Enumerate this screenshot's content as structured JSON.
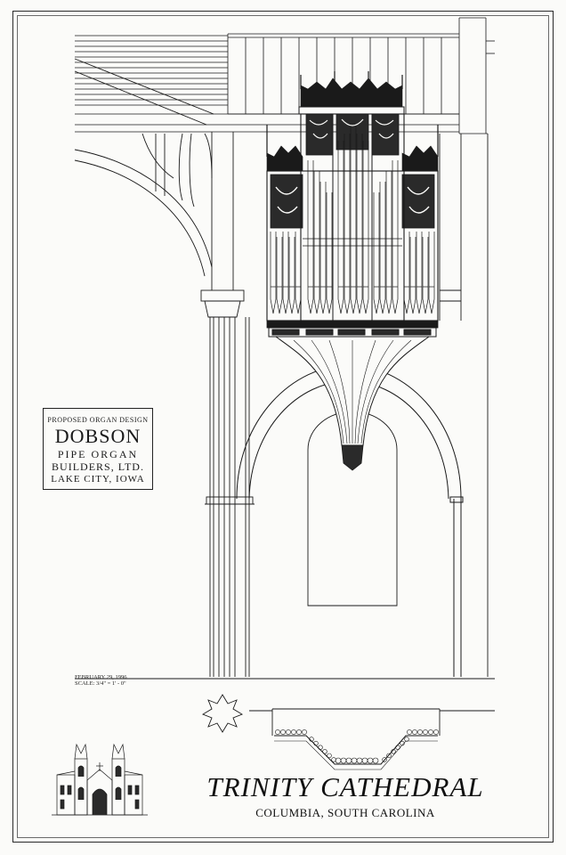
{
  "title_block": {
    "caption": "PROPOSED ORGAN DESIGN",
    "builder": "DOBSON",
    "line_a": "PIPE ORGAN",
    "line_b": "BUILDERS, LTD.",
    "city": "LAKE CITY, IOWA"
  },
  "drawing_note": {
    "date": "FEBRUARY 29, 1996",
    "scale": "SCALE: 3/4\" = 1' - 0\""
  },
  "footer": {
    "title": "TRINITY CATHEDRAL",
    "location": "COLUMBIA, SOUTH CAROLINA"
  },
  "colors": {
    "paper": "#fbfbf9",
    "ink": "#1a1a1a"
  }
}
